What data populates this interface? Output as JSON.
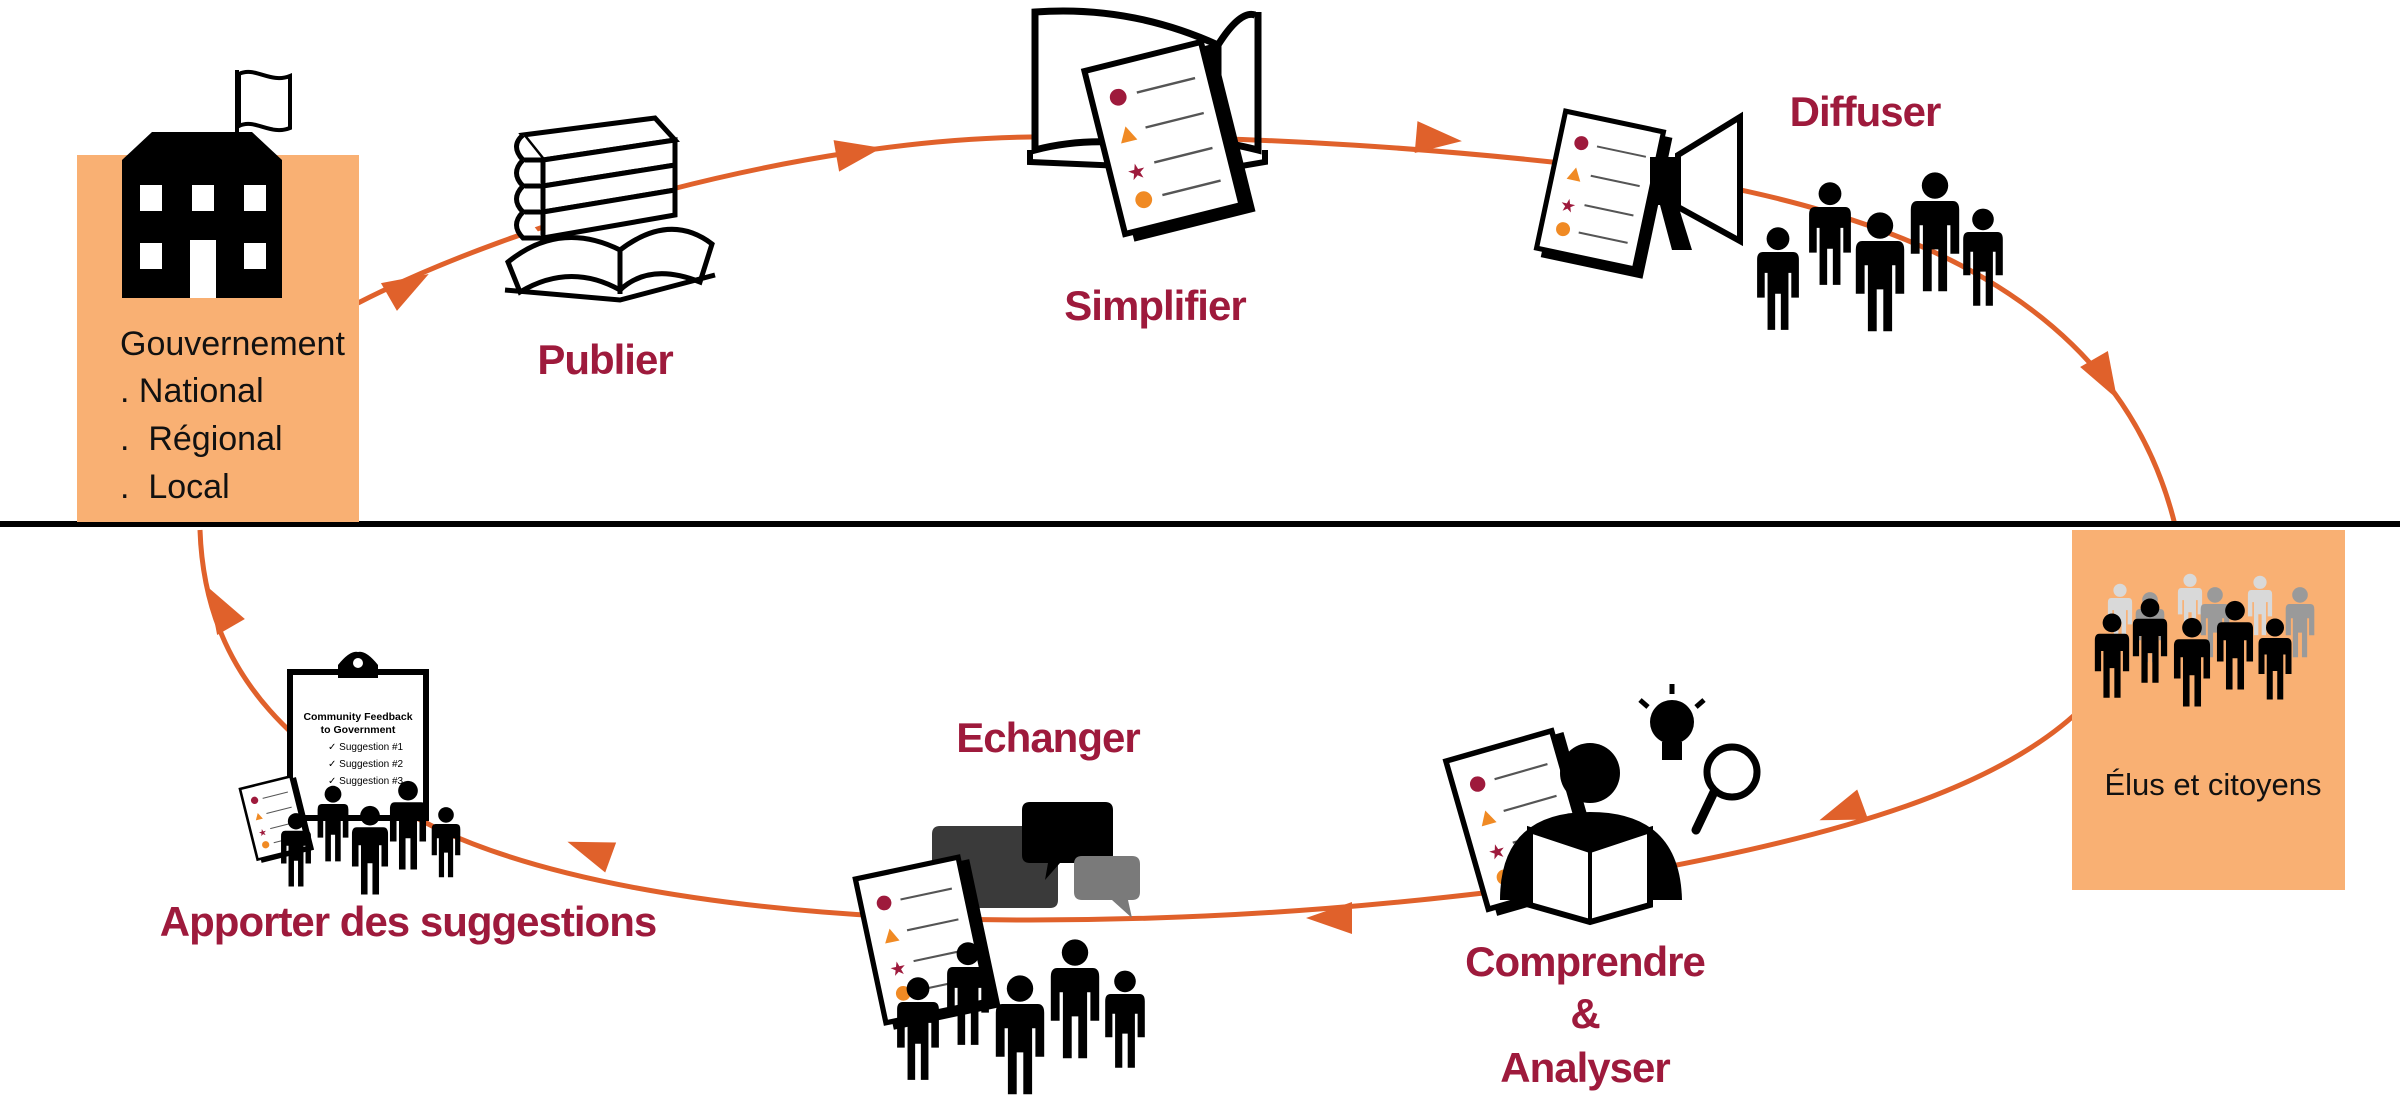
{
  "colors": {
    "cycle": "#e0612b",
    "label": "#9e1a3c",
    "box": "#f9b073",
    "icon": "#000000",
    "accent_orange": "#f08a24",
    "accent_red": "#9e1a3c"
  },
  "government": {
    "title": "Gouvernement",
    "levels": [
      ". National",
      ".  Régional",
      ".  Local"
    ]
  },
  "citizens": {
    "label": "Élus et citoyens"
  },
  "steps": {
    "publier": "Publier",
    "simplifier": "Simplifier",
    "diffuser": "Diffuser",
    "comprendre": [
      "Comprendre",
      "&",
      "Analyser"
    ],
    "echanger": "Echanger",
    "suggestions": "Apporter des suggestions"
  },
  "clipboard": {
    "title_line1": "Community Feedback",
    "title_line2": "to Government",
    "items": [
      "✓ Suggestion #1",
      "✓ Suggestion #2",
      "✓ Suggestion #3"
    ]
  }
}
